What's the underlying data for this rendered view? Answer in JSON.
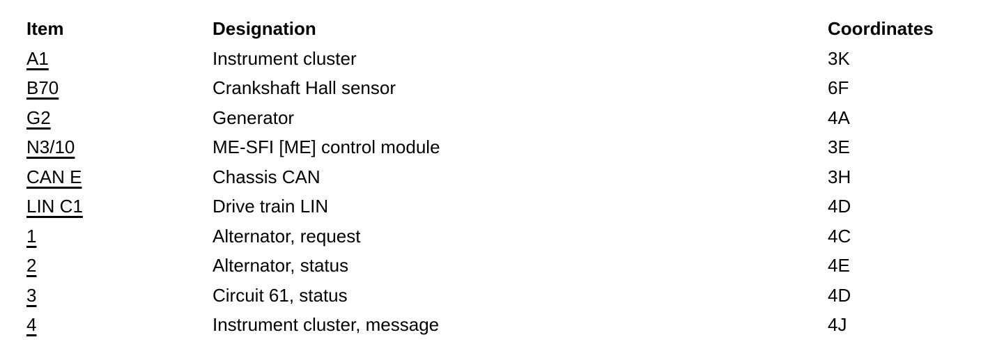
{
  "colors": {
    "background": "#ffffff",
    "text": "#000000",
    "link": "#000000"
  },
  "table": {
    "columns": [
      {
        "key": "item",
        "label": "Item"
      },
      {
        "key": "designation",
        "label": "Designation"
      },
      {
        "key": "coordinates",
        "label": "Coordinates"
      }
    ],
    "rows": [
      {
        "item": "A1",
        "designation": "Instrument cluster",
        "coordinates": "3K"
      },
      {
        "item": "B70",
        "designation": "Crankshaft Hall sensor",
        "coordinates": "6F"
      },
      {
        "item": "G2",
        "designation": "Generator",
        "coordinates": "4A"
      },
      {
        "item": "N3/10",
        "designation": "ME-SFI [ME] control module",
        "coordinates": "3E"
      },
      {
        "item": "CAN E",
        "designation": "Chassis CAN",
        "coordinates": "3H"
      },
      {
        "item": "LIN C1",
        "designation": "Drive train LIN",
        "coordinates": "4D"
      },
      {
        "item": "1",
        "designation": "Alternator, request",
        "coordinates": "4C"
      },
      {
        "item": "2",
        "designation": "Alternator, status",
        "coordinates": "4E"
      },
      {
        "item": "3",
        "designation": "Circuit 61, status",
        "coordinates": "4D"
      },
      {
        "item": "4",
        "designation": "Instrument cluster, message",
        "coordinates": "4J"
      }
    ]
  }
}
